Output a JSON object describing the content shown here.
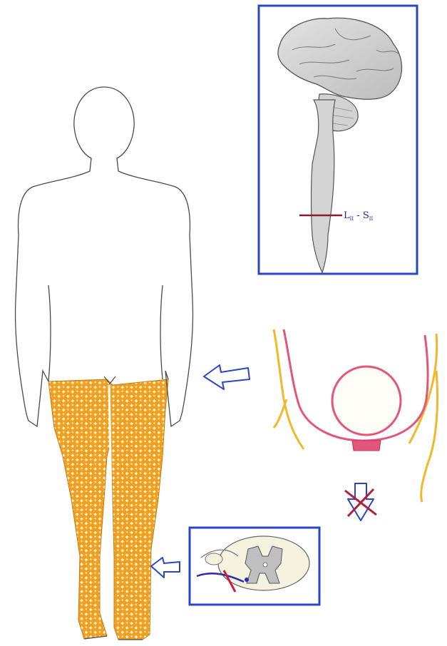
{
  "spinal_level": {
    "prefix": "L",
    "prefix_sub": "II",
    "separator": " - ",
    "suffix": "S",
    "suffix_sub": "II"
  },
  "colors": {
    "frame_blue": "#2b46c4",
    "lesion_red": "#8b1a2e",
    "pattern_orange": "#f0a020",
    "pelvis_yellow": "#f2b82a",
    "bladder_pink": "#e2567a",
    "outline": "#444444",
    "brain_gray": "#c8c8c8"
  },
  "icons": [
    "arrow-left-icon",
    "arrow-down-crossed-icon"
  ]
}
